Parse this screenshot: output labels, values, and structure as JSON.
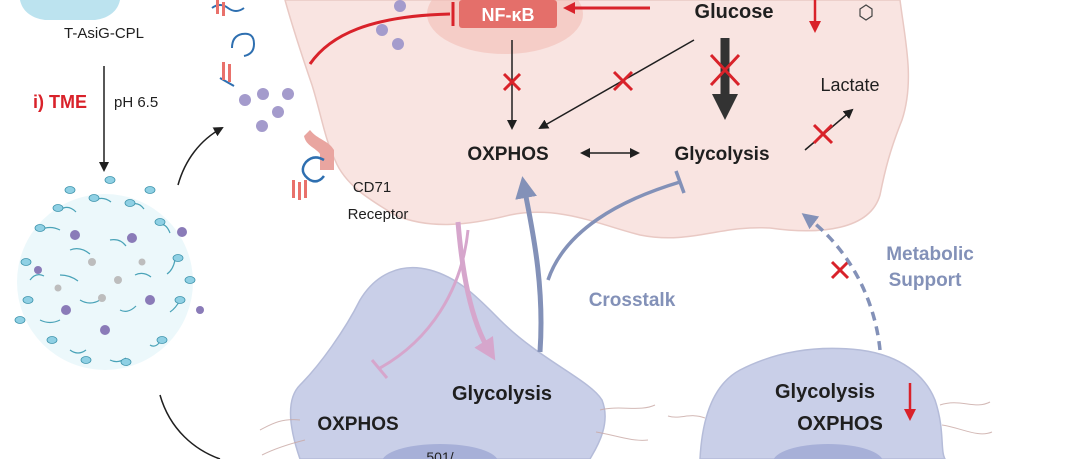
{
  "labels": {
    "construct": "T-AsiG-CPL",
    "tme": "i) TME",
    "ph": "pH 6.5",
    "nfkb": "NF-κB",
    "glucose": "Glucose",
    "lactate": "Lactate",
    "oxphos_tumor": "OXPHOS",
    "glycolysis_tumor": "Glycolysis",
    "cd71": "CD71",
    "receptor": "Receptor",
    "crosstalk": "Crosstalk",
    "metabolic": "Metabolic",
    "support": "Support",
    "glycolysis_left": "Glycolysis",
    "oxphos_left": "OXPHOS",
    "glycolysis_right": "Glycolysis",
    "oxphos_right": "OXPHOS",
    "partial_left": "501/"
  },
  "colors": {
    "tumor_fill": "#f9e4e1",
    "immune_fill": "#c9cfe8",
    "nucleus_fill": "#a7b0d8",
    "inhibit_red": "#d9222a",
    "crosstalk_blue": "#8391b8",
    "pink_arrow": "#d6a6cc",
    "text_dark": "#1f1f1f"
  }
}
